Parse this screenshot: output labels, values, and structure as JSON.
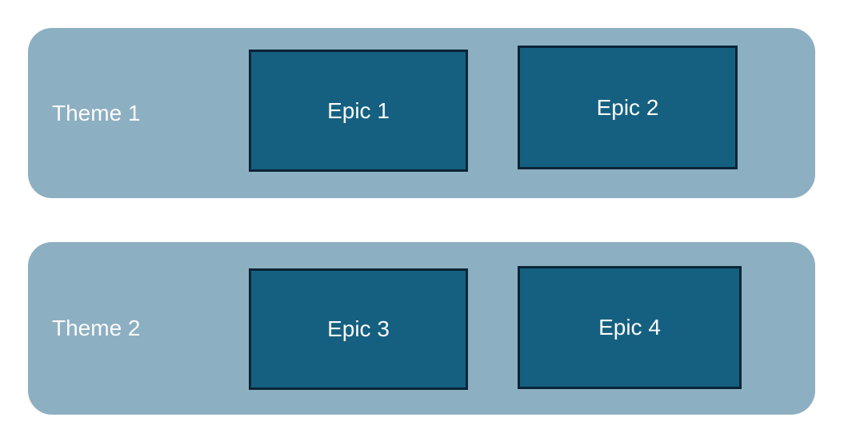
{
  "colors": {
    "background": "#ffffff",
    "theme_fill": "#8dafc2",
    "epic_fill": "#156080",
    "epic_border": "#0a2536",
    "text": "#fbfbfb"
  },
  "themes": [
    {
      "label": "Theme 1",
      "epics": [
        {
          "label": "Epic 1"
        },
        {
          "label": "Epic 2"
        }
      ]
    },
    {
      "label": "Theme 2",
      "epics": [
        {
          "label": "Epic 3"
        },
        {
          "label": "Epic 4"
        }
      ]
    }
  ]
}
